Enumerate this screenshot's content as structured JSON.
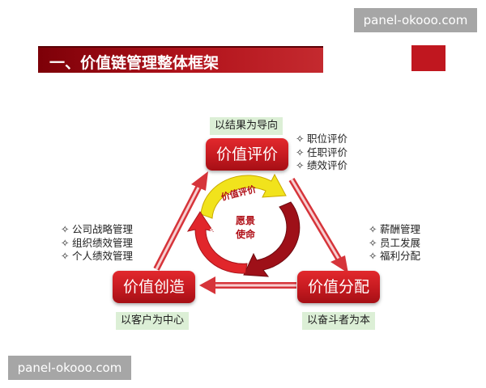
{
  "watermarks": {
    "top_right": "panel-okooo.com",
    "bottom_left": "panel-okooo.com"
  },
  "header": {
    "title": "一、价值链管理整体框架"
  },
  "diagram": {
    "center_label_line1": "愿景",
    "center_label_line2": "使命",
    "cycle_labels": {
      "top": "价值评价",
      "right": "价值分配",
      "left": "价值创造"
    },
    "nodes": {
      "top": {
        "label": "价值评价",
        "tag": "以结果为导向",
        "bullets": [
          "职位评价",
          "任职评价",
          "绩效评价"
        ]
      },
      "left": {
        "label": "价值创造",
        "tag": "以客户为中心",
        "bullets": [
          "公司战略管理",
          "组织绩效管理",
          "个人绩效管理"
        ]
      },
      "right": {
        "label": "价值分配",
        "tag": "以奋斗者为本",
        "bullets": [
          "薪酬管理",
          "员工发展",
          "福利分配"
        ]
      }
    },
    "bullet_symbol": "✧"
  },
  "colors": {
    "brand_red": "#c0171f",
    "tag_green": "#dcefd6",
    "cycle_yellow": "#f1e31c",
    "cycle_dark_red": "#9e1018",
    "cycle_red": "#e1262b"
  }
}
